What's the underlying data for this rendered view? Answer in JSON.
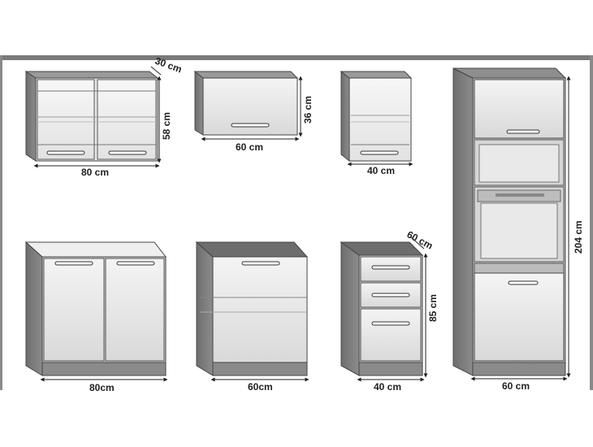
{
  "dimensions": {
    "wall80_depth": "30 cm",
    "wall80_height": "58 cm",
    "wall80_width": "80 cm",
    "wall60_height": "36 cm",
    "wall60_width": "60 cm",
    "wall40_width": "40 cm",
    "tall_height": "204 cm",
    "tall_width": "60 cm",
    "base80_width": "80cm",
    "base60_width": "60cm",
    "base40_depth": "60 cm",
    "base40_height": "85 cm",
    "base40_width": "40 cm"
  }
}
